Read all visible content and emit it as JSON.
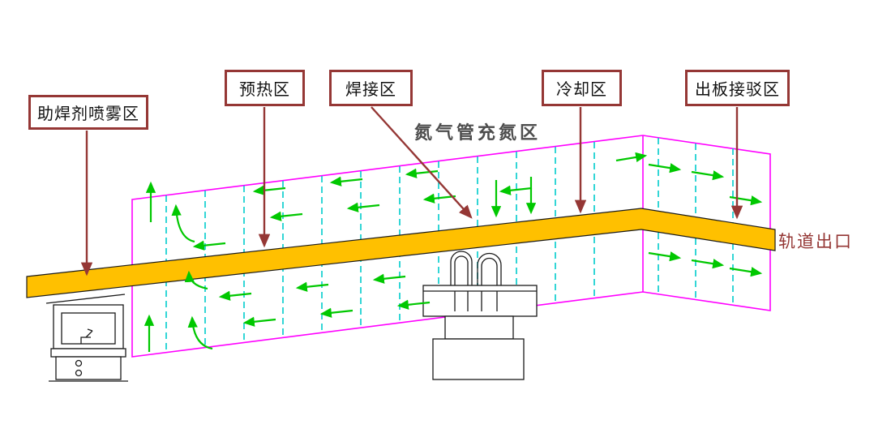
{
  "labels": {
    "flux_spray": "助焊剂喷雾区",
    "preheat": "预热区",
    "welding": "焊接区",
    "cooling": "冷却区",
    "board_exit": "出板接驳区",
    "nitrogen_zone": "氮气管充氮区",
    "track_exit": "轨道出口"
  },
  "colors": {
    "conveyor_track_fill": "#FFC000",
    "enclosure_outline": "#FF00FF",
    "nitrogen_pipe_dashed": "#00CCCC",
    "gas_flow_arrows": "#00C800",
    "annotation_red": "#953735",
    "nitrogen_text": "#4D4D4D",
    "track_exit_text": "#943634",
    "machine_outline": "#1A1A1A",
    "background": "#FFFFFF"
  }
}
